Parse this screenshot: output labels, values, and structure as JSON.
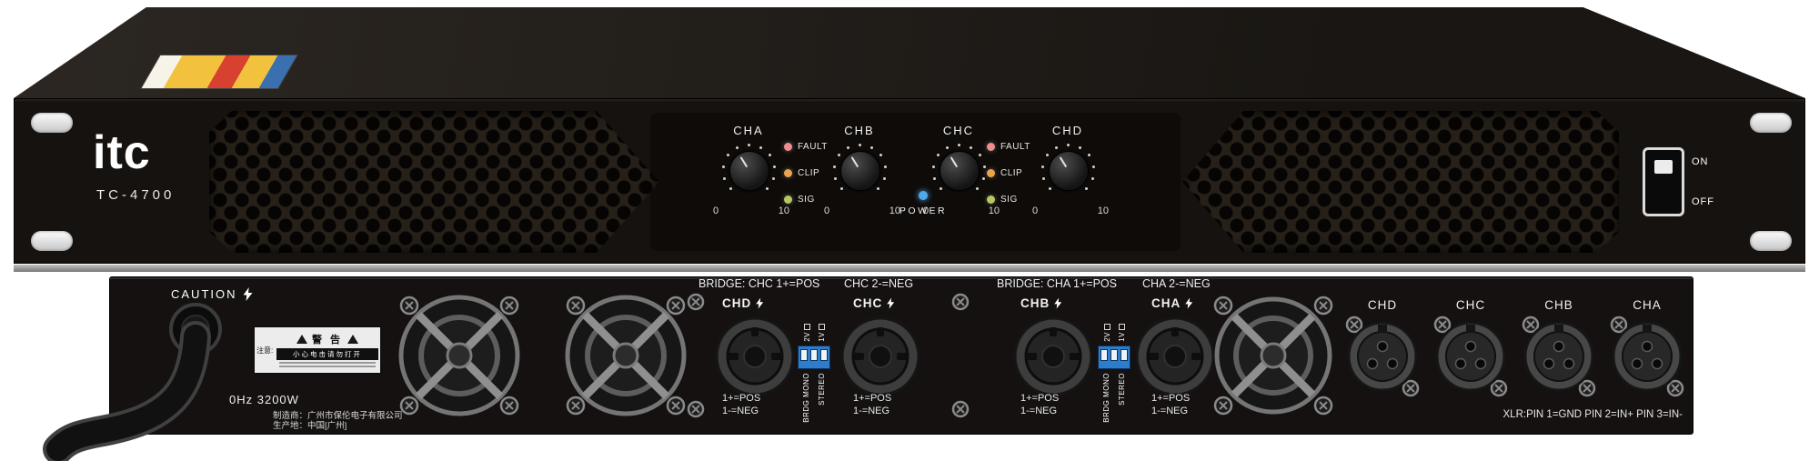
{
  "front": {
    "brand": "itc",
    "model": "TC-4700",
    "channels": [
      {
        "label": "CHA",
        "min": "0",
        "max": "10"
      },
      {
        "label": "CHB",
        "min": "0",
        "max": "10"
      },
      {
        "label": "CHC",
        "min": "0",
        "max": "10"
      },
      {
        "label": "CHD",
        "min": "0",
        "max": "10"
      }
    ],
    "led_groups": [
      {
        "leds": [
          {
            "label": "FAULT",
            "color": "#ef8d8d"
          },
          {
            "label": "CLIP",
            "color": "#f0a24a"
          },
          {
            "label": "SIG",
            "color": "#b7c95e"
          }
        ]
      },
      {
        "leds": [
          {
            "label": "FAULT",
            "color": "#ef8d8d"
          },
          {
            "label": "CLIP",
            "color": "#f0a24a"
          },
          {
            "label": "SIG",
            "color": "#b7c95e"
          }
        ]
      }
    ],
    "power": {
      "label": "POWER",
      "led_color": "#4fa8e8"
    },
    "switch": {
      "on": "ON",
      "off": "OFF"
    }
  },
  "rear": {
    "caution": "CAUTION",
    "warning": {
      "title": "警 告",
      "bar": "小心电击请勿打开",
      "note": "注意:"
    },
    "power_text": "0Hz 3200W",
    "maker": {
      "line1": "制造商：广州市保伦电子有限公司",
      "line2": "生产地：中国[广州]"
    },
    "groups": [
      {
        "bridge_left": "BRIDGE: CHC 1+=POS",
        "bridge_right": "CHC 2-=NEG",
        "ch_left": "CHD",
        "ch_right": "CHC",
        "pin_pos": "1+=POS",
        "pin_neg": "1-=NEG",
        "dip": {
          "top": [
            "2V",
            "1V"
          ],
          "bottom_left": "BRDG MONO",
          "bottom_right": "STEREO"
        }
      },
      {
        "bridge_left": "BRIDGE: CHA 1+=POS",
        "bridge_right": "CHA 2-=NEG",
        "ch_left": "CHB",
        "ch_right": "CHA",
        "pin_pos": "1+=POS",
        "pin_neg": "1-=NEG",
        "dip": {
          "top": [
            "2V",
            "1V"
          ],
          "bottom_left": "BRDG MONO",
          "bottom_right": "STEREO"
        }
      }
    ],
    "xlr": {
      "labels": [
        "CHD",
        "CHC",
        "CHB",
        "CHA"
      ],
      "note": "XLR:PIN 1=GND PIN 2=IN+ PIN 3=IN-"
    }
  }
}
